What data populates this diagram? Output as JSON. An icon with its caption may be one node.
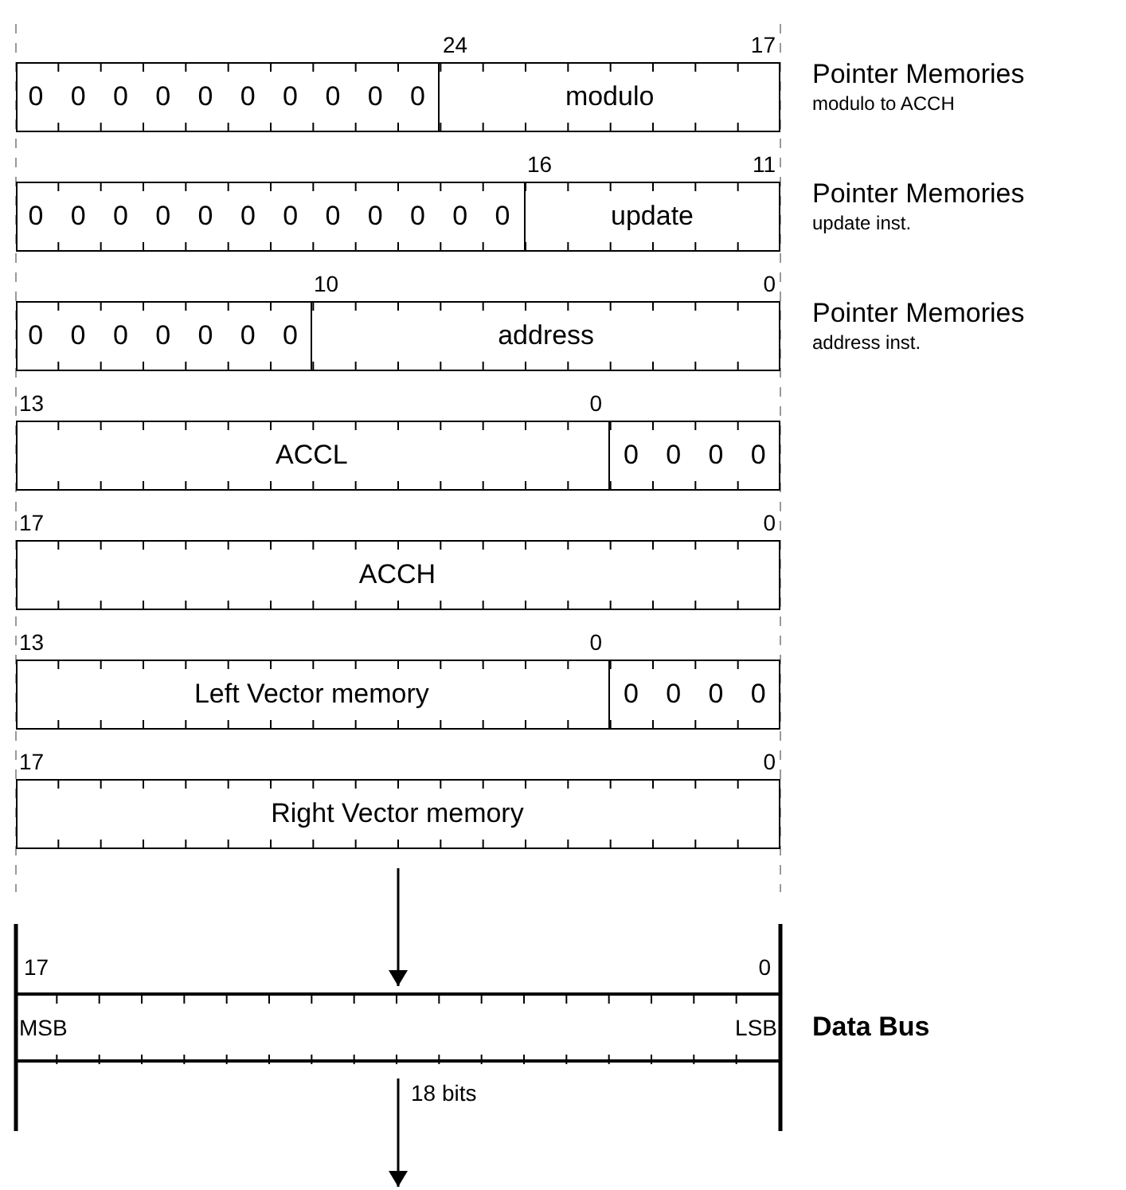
{
  "diagram": {
    "nodes": [
      {
        "text": [],
        "shape": "box",
        "beside": [
          "Pointer Memories",
          "modulo to ACCH"
        ]
      },
      {
        "text": [
          "0 0 0 0 0 0 0 0 0 0"
        ],
        "in": 0
      },
      {
        "text": [
          "modulo"
        ],
        "in": 0
      },
      {
        "text": [],
        "shape": "box",
        "beside": [
          "Pointer Memories",
          "update inst."
        ]
      },
      {
        "text": [
          "0 0 0 0 0 0 0 0 0 0 0 0"
        ],
        "in": 3
      },
      {
        "text": [
          "update"
        ],
        "in": 3
      },
      {
        "text": [],
        "shape": "box",
        "beside": [
          "Pointer Memories",
          "address inst."
        ]
      },
      {
        "text": [
          "0 0 0 0 0 0 0"
        ],
        "in": 6
      },
      {
        "text": [
          "address"
        ],
        "in": 6
      },
      {
        "text": [],
        "shape": "box"
      },
      {
        "text": [
          "ACCL"
        ],
        "in": 9
      },
      {
        "text": [
          "0 0 0 0"
        ],
        "in": 9
      },
      {
        "text": [],
        "shape": "box"
      },
      {
        "text": [
          "ACCH"
        ],
        "in": 12
      },
      {
        "text": [],
        "shape": "box"
      },
      {
        "text": [
          "Left Vector memory"
        ],
        "in": 14
      },
      {
        "text": [
          "0 0 0 0"
        ],
        "in": 14
      },
      {
        "text": [],
        "shape": "box"
      },
      {
        "text": [
          "Right Vector memory"
        ],
        "in": 17
      },
      {
        "text": [
          "MSB",
          "LSB"
        ],
        "beside": [
          "Data Bus"
        ]
      }
    ],
    "edges": [
      {
        "from": 17,
        "to": 19,
        "arrow": "to"
      },
      {
        "from": 19,
        "to": null,
        "arrow": "to",
        "label": "18 bits"
      }
    ],
    "labels": [
      "24",
      "17",
      "16",
      "11",
      "10",
      "0",
      "13",
      "0",
      "17",
      "0",
      "13",
      "0",
      "17",
      "0",
      "17",
      "0"
    ]
  }
}
